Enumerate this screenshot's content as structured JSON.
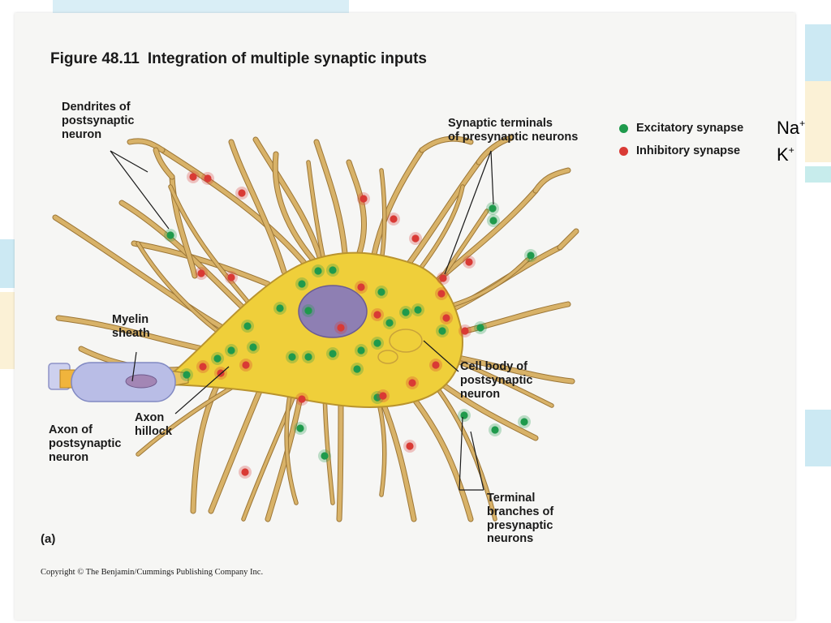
{
  "figure": {
    "number": "Figure 48.11",
    "title": "Integration of multiple synaptic inputs",
    "panel_label": "(a)",
    "copyright": "Copyright © The Benjamin/Cummings Publishing Company Inc."
  },
  "labels": {
    "dendrites": [
      "Dendrites of",
      "postsynaptic",
      "neuron"
    ],
    "synaptic_terminals": [
      "Synaptic terminals",
      "of presynaptic neurons"
    ],
    "myelin": [
      "Myelin",
      "sheath"
    ],
    "axon_hillock": [
      "Axon",
      "hillock"
    ],
    "axon": [
      "Axon of",
      "postsynaptic",
      "neuron"
    ],
    "cell_body": [
      "Cell body of",
      "postsynaptic",
      "neuron"
    ],
    "terminal_branches": [
      "Terminal",
      "branches of",
      "presynaptic",
      "neurons"
    ]
  },
  "legend": [
    {
      "label": "Excitatory synapse",
      "color": "#1f9a4c"
    },
    {
      "label": "Inhibitory synapse",
      "color": "#d93a35"
    }
  ],
  "ions": [
    {
      "symbol": "Na",
      "charge": "+"
    },
    {
      "symbol": "K",
      "charge": "+"
    }
  ],
  "colors": {
    "dendrite": "#d8b268",
    "dendrite_edge": "#9c7636",
    "cell_body": "#efcf3a",
    "nucleus": "#8e7fb3",
    "myelin": "#b9bde6",
    "excitatory": "#1f9a4c",
    "inhibitory": "#d93a35"
  }
}
